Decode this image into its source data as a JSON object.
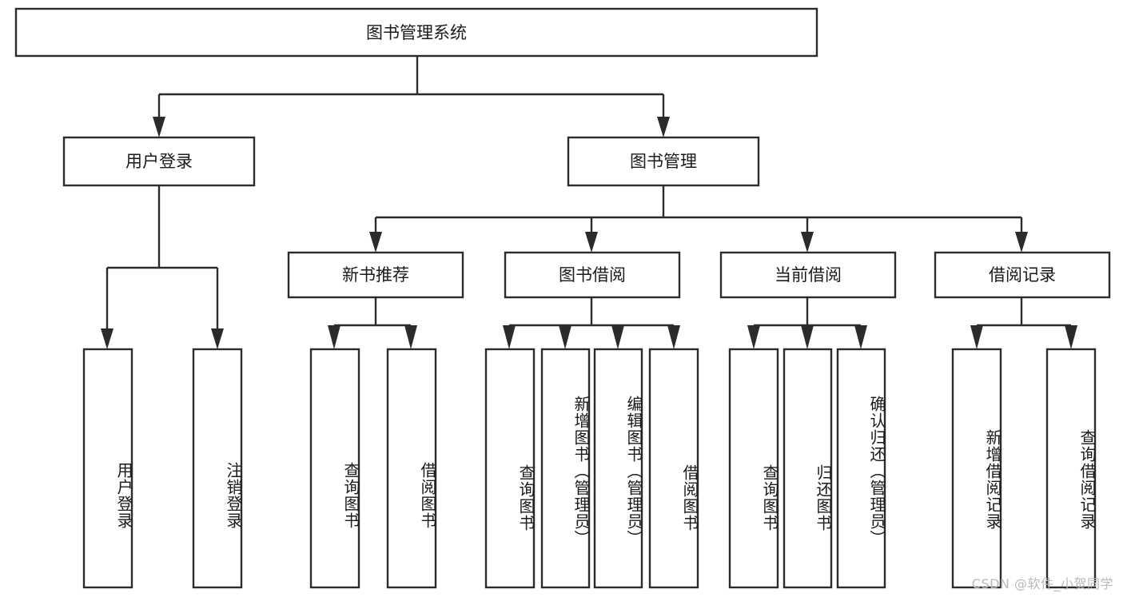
{
  "diagram": {
    "title": "图书管理系统",
    "type": "tree",
    "watermark": "CSDN @软件_小贺同学",
    "colors": {
      "box_stroke": "#2b2b2b",
      "box_fill": "#ffffff",
      "connector": "#2b2b2b",
      "text": "#1a1a1a",
      "watermark": "#b9b9b9",
      "background": "#ffffff"
    },
    "root": {
      "label": "图书管理系统"
    },
    "level2": [
      {
        "label": "用户登录"
      },
      {
        "label": "图书管理"
      }
    ],
    "level3": [
      {
        "label": "新书推荐"
      },
      {
        "label": "图书借阅"
      },
      {
        "label": "当前借阅"
      },
      {
        "label": "借阅记录"
      }
    ],
    "leaves": {
      "user_login": [
        {
          "label": "用户登录"
        },
        {
          "label": "注销登录"
        }
      ],
      "new_book_recommend": [
        {
          "label": "查询图书"
        },
        {
          "label": "借阅图书"
        }
      ],
      "book_borrow": [
        {
          "label": "查询图书"
        },
        {
          "label": "新增图书（管理员）"
        },
        {
          "label": "编辑图书（管理员）"
        },
        {
          "label": "借阅图书"
        }
      ],
      "current_borrow": [
        {
          "label": "查询图书"
        },
        {
          "label": "归还图书"
        },
        {
          "label": "确认归还（管理员）"
        }
      ],
      "borrow_record": [
        {
          "label": "新增借阅记录"
        },
        {
          "label": "查询借阅记录"
        }
      ]
    }
  }
}
